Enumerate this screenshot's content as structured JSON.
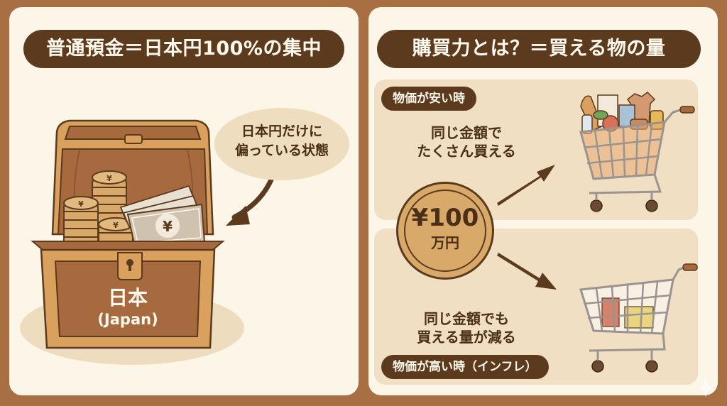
{
  "left_panel": {
    "title": "普通預金＝日本円100%の集中",
    "speech_bubble": {
      "line1": "日本円だけに",
      "line2": "偏っている状態"
    },
    "chest": {
      "label_jp": "日本",
      "label_en": "(Japan)",
      "coin_symbol": "¥",
      "bill_symbol": "¥"
    }
  },
  "right_panel": {
    "title": "購買力とは？＝買える物の量",
    "cheap_section": {
      "pill": "物価が安い時",
      "desc_line1": "同じ金額で",
      "desc_line2": "たくさん買える"
    },
    "expensive_section": {
      "pill": "物価が高い時（インフレ）",
      "desc_line1": "同じ金額でも",
      "desc_line2": "買える量が減る"
    },
    "coin": {
      "amount": "¥100",
      "unit": "万円"
    }
  },
  "colors": {
    "background": "#A86F42",
    "panel": "#FBF6E8",
    "sub_panel": "#F1DFC3",
    "dark_brown": "#5B3A1D",
    "chest_wood": "#D9A05E",
    "chest_dark": "#A66A3E",
    "coin_gold": "#D9A96A",
    "cart_gray": "#9A9490"
  }
}
